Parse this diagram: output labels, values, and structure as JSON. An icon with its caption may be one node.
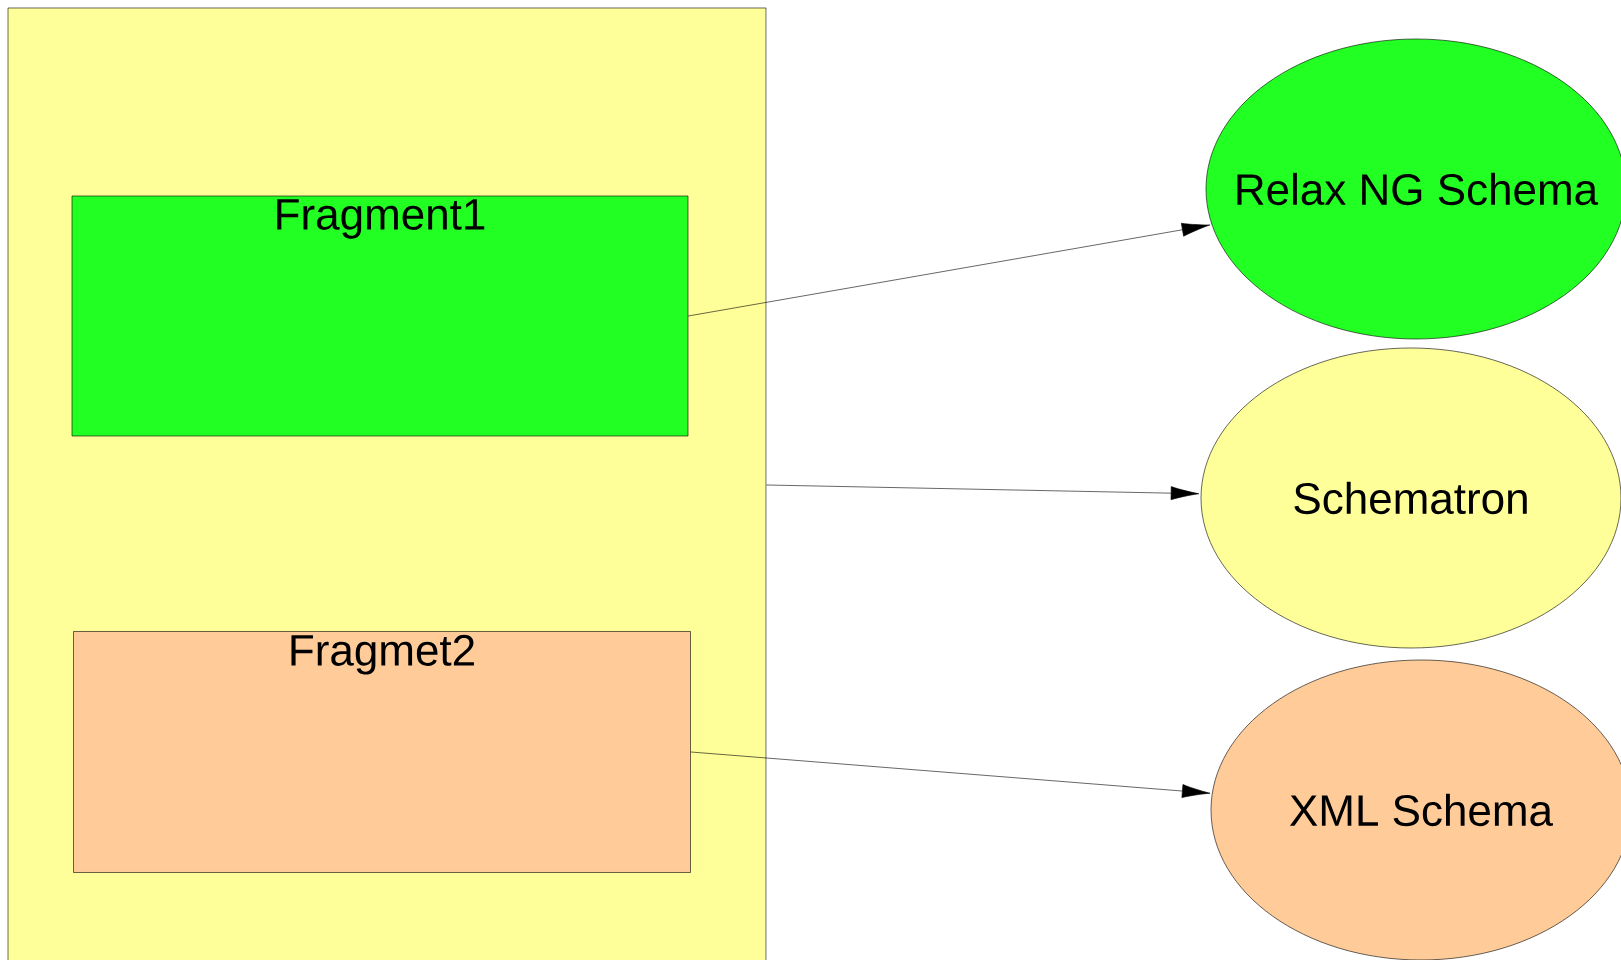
{
  "diagram": {
    "nodes": [
      {
        "text": [],
        "shape": "box"
      },
      {
        "text": [
          "Fragment1"
        ],
        "in": 0
      },
      {
        "text": [
          "Fragmet2"
        ],
        "in": 0
      },
      {
        "text": [
          "Relax NG Schema"
        ]
      },
      {
        "text": [
          "Schematron"
        ]
      },
      {
        "text": [
          "XML Schema"
        ]
      }
    ],
    "edges": [
      {
        "from": 1,
        "to": 3,
        "arrow": "to"
      },
      {
        "from": 0,
        "to": 4,
        "arrow": "to"
      },
      {
        "from": 2,
        "to": 5,
        "arrow": "to"
      }
    ]
  }
}
